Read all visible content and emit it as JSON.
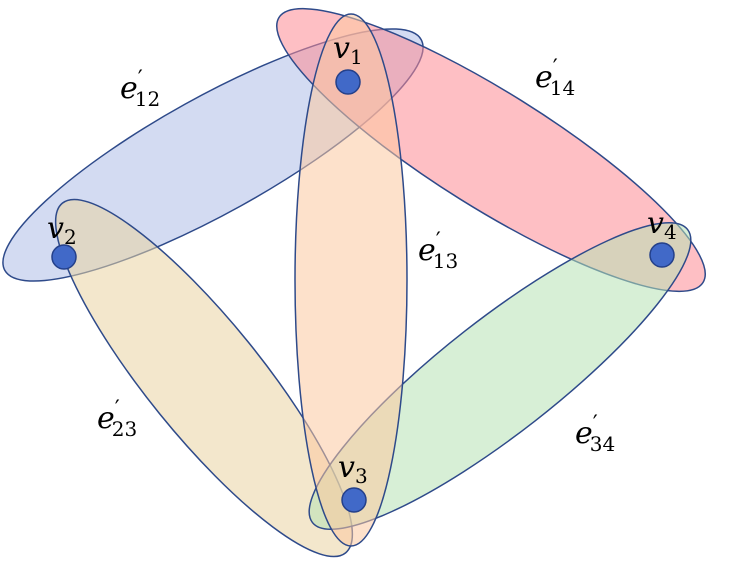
{
  "vertices": [
    {
      "id": "v1",
      "base": "v",
      "sub": "1"
    },
    {
      "id": "v2",
      "base": "v",
      "sub": "2"
    },
    {
      "id": "v3",
      "base": "v",
      "sub": "3"
    },
    {
      "id": "v4",
      "base": "v",
      "sub": "4"
    }
  ],
  "hyperedges": [
    {
      "id": "e12",
      "base": "e",
      "prime": "′",
      "sub": "12",
      "members": [
        "v1",
        "v2"
      ],
      "color": "#aebde8"
    },
    {
      "id": "e14",
      "base": "e",
      "prime": "′",
      "sub": "14",
      "members": [
        "v1",
        "v4"
      ],
      "color": "#fe8a94"
    },
    {
      "id": "e13",
      "base": "e",
      "prime": "′",
      "sub": "13",
      "members": [
        "v1",
        "v3"
      ],
      "color": "#fcc9a0"
    },
    {
      "id": "e23",
      "base": "e",
      "prime": "′",
      "sub": "23",
      "members": [
        "v2",
        "v3"
      ],
      "color": "#e9d4a2"
    },
    {
      "id": "e34",
      "base": "e",
      "prime": "′",
      "sub": "34",
      "members": [
        "v3",
        "v4"
      ],
      "color": "#b7e1b5"
    }
  ],
  "colors": {
    "outline": "#2e4a8a",
    "vertex_fill": "#4169c8"
  }
}
